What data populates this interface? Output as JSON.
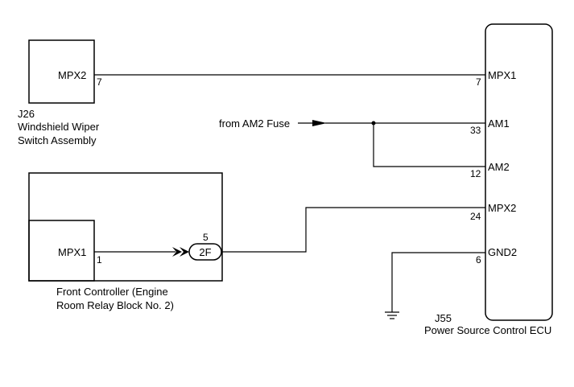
{
  "components": {
    "j26": {
      "code": "J26",
      "name_line1": "Windshield Wiper",
      "name_line2": "Switch Assembly",
      "terminal": {
        "name": "MPX2",
        "pin": "7"
      }
    },
    "front_controller": {
      "name_line1": "Front Controller (Engine",
      "name_line2": "Room Relay Block No. 2)",
      "terminal": {
        "name": "MPX1",
        "pin": "1"
      },
      "connector": {
        "id": "2F",
        "pin": "5"
      }
    },
    "j55": {
      "code": "J55",
      "name": "Power Source Control ECU",
      "terminals": [
        {
          "name": "MPX1",
          "pin": "7"
        },
        {
          "name": "AM1",
          "pin": "33"
        },
        {
          "name": "AM2",
          "pin": "12"
        },
        {
          "name": "MPX2",
          "pin": "24"
        },
        {
          "name": "GND2",
          "pin": "6"
        }
      ]
    }
  },
  "source": {
    "label": "from AM2 Fuse"
  }
}
